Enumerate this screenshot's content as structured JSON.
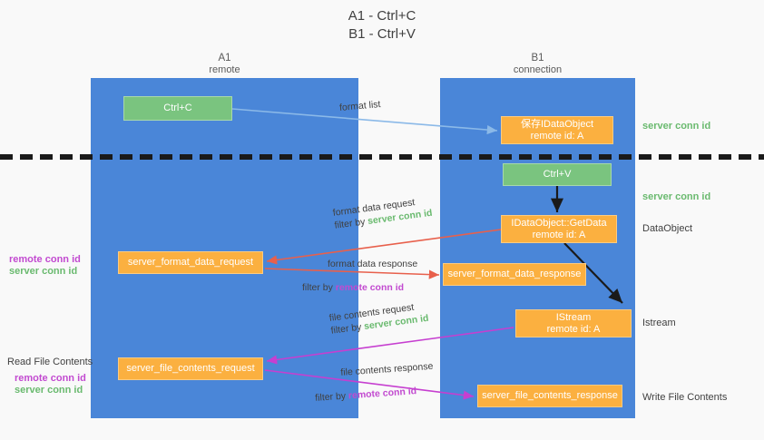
{
  "title": {
    "line1": "A1 - Ctrl+C",
    "line2": "B1 - Ctrl+V"
  },
  "lanes": [
    {
      "id": "a1",
      "name": "A1",
      "role": "remote"
    },
    {
      "id": "b1",
      "name": "B1",
      "role": "connection"
    }
  ],
  "nodes": {
    "ctrl_c": {
      "line1": "Ctrl+C",
      "line2": ""
    },
    "save_idataobject": {
      "line1": "保存IDataObject",
      "line2": "remote id: A"
    },
    "ctrl_v": {
      "line1": "Ctrl+V",
      "line2": ""
    },
    "getdata": {
      "line1": "IDataObject::GetData",
      "line2": "remote id: A"
    },
    "fmt_req": {
      "line1": "server_format_data_request",
      "line2": ""
    },
    "fmt_resp": {
      "line1": "server_format_data_response",
      "line2": ""
    },
    "istream": {
      "line1": "IStream",
      "line2": "remote id: A"
    },
    "file_req": {
      "line1": "server_file_contents_request",
      "line2": ""
    },
    "file_resp": {
      "line1": "server_file_contents_response",
      "line2": ""
    }
  },
  "flows": {
    "format_list": {
      "text": "format list"
    },
    "fmt_data_req": {
      "l1": "format data request",
      "l2_pre": "filter by ",
      "l2_key": "server conn id"
    },
    "fmt_data_resp": {
      "l1": "format data response",
      "l2_pre": "filter by ",
      "l2_key": "remote conn id"
    },
    "file_contents_req": {
      "l1": "file contents request",
      "l2_pre": "filter by ",
      "l2_key": "server conn id"
    },
    "file_contents_resp": {
      "l1": "file contents response",
      "l2_pre": "filter by ",
      "l2_key": "remote conn id"
    }
  },
  "annotations": {
    "server_conn_top": "server conn id",
    "server_conn_mid": "server conn id",
    "right_dataobject": "DataObject",
    "right_istream": "Istream",
    "right_write_file": "Write File Contents",
    "left_read_file": "Read File Contents",
    "left_remote_1": "remote conn id",
    "left_server_1": "server conn id",
    "left_remote_2": "remote conn id",
    "left_server_2": "server conn id"
  },
  "colors": {
    "lane": "#4a86d8",
    "node_orange": "#fbb040",
    "node_green": "#7ac47f",
    "conn_server": "#6aba6f",
    "conn_remote": "#c24ad0",
    "arrow_blue": "#8bb9e8",
    "arrow_red": "#e8604c",
    "arrow_pink": "#c63fd0",
    "arrow_black": "#1a1a1a",
    "background": "#f9f9f9"
  }
}
